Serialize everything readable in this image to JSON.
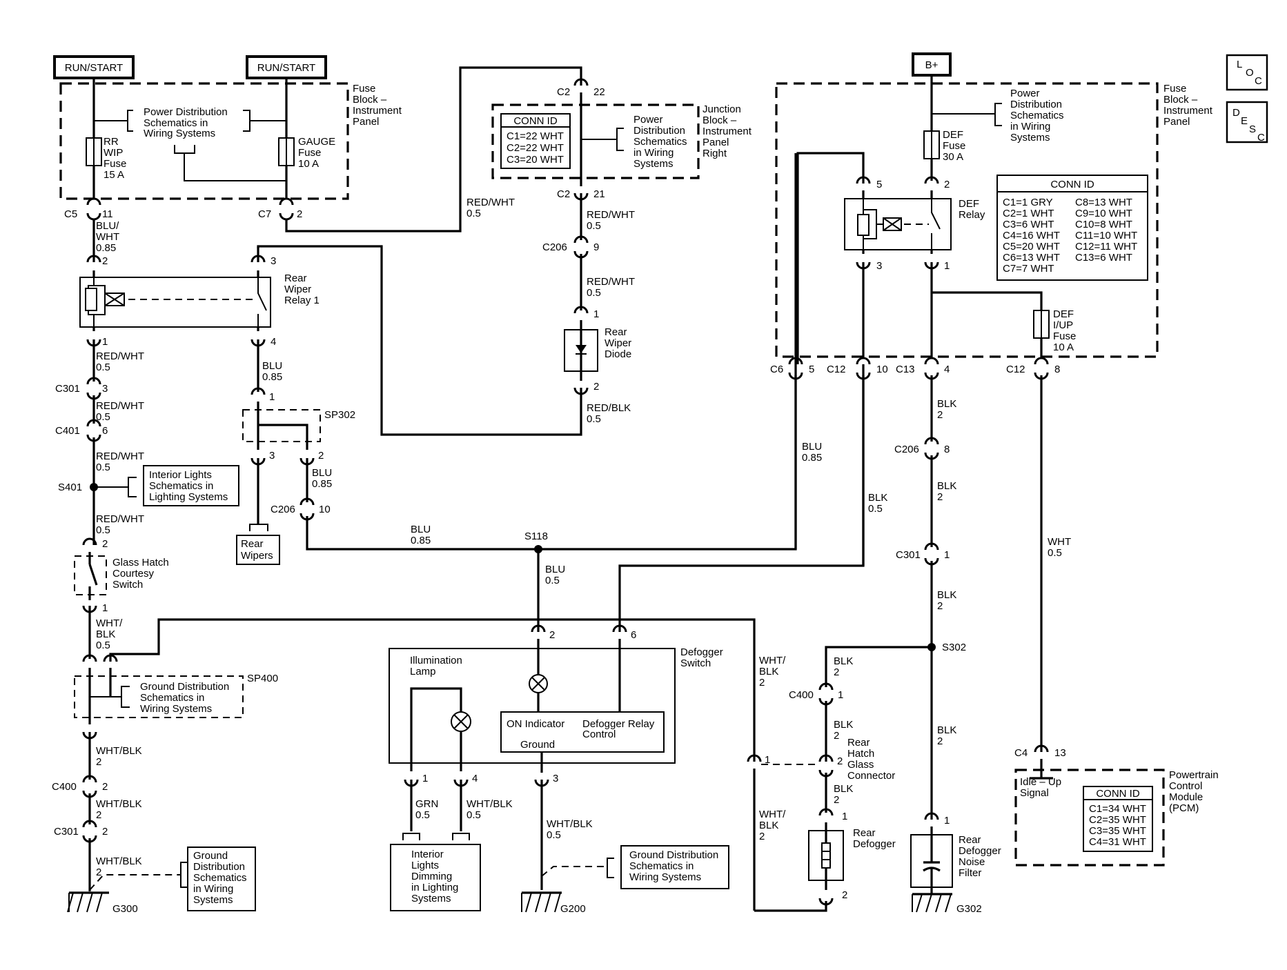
{
  "power_sources": {
    "run_start_1": "RUN/START",
    "run_start_2": "RUN/START",
    "batt": "B+"
  },
  "page_icons": {
    "loc": [
      "L",
      "O",
      "C"
    ],
    "desc": [
      "D",
      "E",
      "S",
      "C"
    ]
  },
  "left_fuse_block": {
    "label": [
      "Fuse",
      "Block –",
      "Instrument",
      "Panel"
    ],
    "pds_ref": [
      "Power Distribution",
      "Schematics in",
      "Wiring Systems"
    ],
    "fuse_rr": [
      "RR",
      "WIP",
      "Fuse",
      "15 A"
    ],
    "fuse_gauge": [
      "GAUGE",
      "Fuse",
      "10 A"
    ]
  },
  "junction_block": {
    "label": [
      "Junction",
      "Block –",
      "Instrument",
      "Panel",
      "Right"
    ],
    "conn_title": "CONN ID",
    "conn_rows": [
      "C1=22 WHT",
      "C2=22 WHT",
      "C3=20 WHT"
    ],
    "pds_ref": [
      "Power",
      "Distribution",
      "Schematics",
      "in Wiring",
      "Systems"
    ]
  },
  "right_fuse_block": {
    "label": [
      "Fuse",
      "Block –",
      "Instrument",
      "Panel"
    ],
    "pds_ref": [
      "Power",
      "Distribution",
      "Schematics",
      "in Wiring",
      "Systems"
    ],
    "def_fuse": [
      "DEF",
      "Fuse",
      "30 A"
    ],
    "def_relay": [
      "DEF",
      "Relay"
    ],
    "def_iup_fuse": [
      "DEF",
      "I/UP",
      "Fuse",
      "10 A"
    ],
    "conn_title": "CONN ID",
    "conn_col1": [
      "C1=1 GRY",
      "C2=1 WHT",
      "C3=6 WHT",
      "C4=16 WHT",
      "C5=20 WHT",
      "C6=13 WHT",
      "C7=7 WHT"
    ],
    "conn_col2": [
      "C8=13 WHT",
      "C9=10 WHT",
      "C10=8 WHT",
      "C11=10 WHT",
      "C12=11 WHT",
      "C13=6 WHT"
    ]
  },
  "components": {
    "rear_wiper_relay": [
      "Rear",
      "Wiper",
      "Relay 1"
    ],
    "rear_wiper_diode": [
      "Rear",
      "Wiper",
      "Diode"
    ],
    "sp302": "SP302",
    "rear_wipers": [
      "Rear",
      "Wipers"
    ],
    "interior_lights_ref": [
      "Interior Lights",
      "Schematics in",
      "Lighting Systems"
    ],
    "glass_hatch_switch": [
      "Glass Hatch",
      "Courtesy",
      "Switch"
    ],
    "sp400": "SP400",
    "ground_ref_left": [
      "Ground Distribution",
      "Schematics in",
      "Wiring Systems"
    ],
    "ground_ref_bottom": [
      "Ground",
      "Distribution",
      "Schematics",
      "in Wiring",
      "Systems"
    ],
    "defogger_switch": [
      "Defogger",
      "Switch"
    ],
    "illumination_lamp": [
      "Illumination",
      "Lamp"
    ],
    "on_indicator": "ON Indicator",
    "defogger_relay_control": [
      "Defogger Relay",
      "Control"
    ],
    "ground_label": "Ground",
    "interior_dimming_ref": [
      "Interior",
      "Lights",
      "Dimming",
      "in Lighting",
      "Systems"
    ],
    "ground_ref_mid": [
      "Ground Distribution",
      "Schematics in",
      "Wiring Systems"
    ],
    "rear_hatch_glass_conn": [
      "Rear",
      "Hatch",
      "Glass",
      "Connector"
    ],
    "rear_defogger": [
      "Rear",
      "Defogger"
    ],
    "noise_filter": [
      "Rear",
      "Defogger",
      "Noise",
      "Filter"
    ],
    "pcm": [
      "Powertrain",
      "Control",
      "Module",
      "(PCM)"
    ],
    "pcm_signal": [
      "Idle – Up",
      "Signal"
    ],
    "pcm_conn_title": "CONN ID",
    "pcm_conn_rows": [
      "C1=34 WHT",
      "C2=35 WHT",
      "C3=35 WHT",
      "C4=31 WHT"
    ]
  },
  "grounds": {
    "g300": "G300",
    "g200": "G200",
    "g302": "G302"
  },
  "splices": {
    "s401": "S401",
    "s118": "S118",
    "s302": "S302"
  },
  "connectors": {
    "c5": "C5",
    "c5_pin": "11",
    "c7": "C7",
    "c7_pin": "2",
    "c2_top": "C2",
    "c2_top_pin": "22",
    "c2_bot": "C2",
    "c2_bot_pin": "21",
    "c206_a": "C206",
    "c206_a_pin": "9",
    "diode_pin1": "1",
    "diode_pin2": "2",
    "relay1_p2": "2",
    "relay1_p3": "3",
    "relay1_p1": "1",
    "relay1_p4": "4",
    "c301_a": "C301",
    "c301_a_pin": "3",
    "c401": "C401",
    "c401_pin": "6",
    "gh_p2": "2",
    "gh_p1": "1",
    "sp302_p1": "1",
    "sp302_p3": "3",
    "sp302_p2": "2",
    "c206_b": "C206",
    "c206_b_pin": "10",
    "c400_a": "C400",
    "c400_a_pin": "2",
    "c301_b": "C301",
    "c301_b_pin": "2",
    "dsw_p2": "2",
    "dsw_p6": "6",
    "dsw_p1": "1",
    "dsw_p4": "4",
    "dsw_p3": "3",
    "def_p5": "5",
    "def_p2": "2",
    "def_p3": "3",
    "def_p1": "1",
    "c6": "C6",
    "c6_pin": "5",
    "c12_a": "C12",
    "c12_a_pin": "10",
    "c13": "C13",
    "c13_pin": "4",
    "c12_b": "C12",
    "c12_b_pin": "8",
    "c206_c": "C206",
    "c206_c_pin": "8",
    "c301_c": "C301",
    "c301_c_pin": "1",
    "c400_b": "C400",
    "c400_b_pin": "1",
    "rh_p1": "1",
    "rh_p2": "2",
    "rd_p1": "1",
    "rd_p2": "2",
    "nf_p1": "1",
    "c4": "C4",
    "c4_pin": "13"
  },
  "wires": {
    "w1": [
      "BLU/",
      "WHT",
      "0.85"
    ],
    "w2": [
      "RED/WHT",
      "0.5"
    ],
    "w3": [
      "RED/WHT",
      "0.5"
    ],
    "w4": [
      "RED/WHT",
      "0.5"
    ],
    "w5": [
      "RED/WHT",
      "0.5"
    ],
    "w6": [
      "WHT/",
      "BLK",
      "0.5"
    ],
    "w7": [
      "WHT/BLK",
      "2"
    ],
    "w8": [
      "WHT/BLK",
      "2"
    ],
    "w9": [
      "WHT/BLK",
      "2"
    ],
    "w10": [
      "BLU",
      "0.85"
    ],
    "w11": [
      "BLU",
      "0.85"
    ],
    "w12": [
      "BLU",
      "0.85"
    ],
    "w13": [
      "RED/WHT",
      "0.5"
    ],
    "w14": [
      "RED/WHT",
      "0.5"
    ],
    "w15": [
      "RED/WHT",
      "0.5"
    ],
    "w16": [
      "RED/BLK",
      "0.5"
    ],
    "w17": [
      "BLU",
      "0.5"
    ],
    "w18": [
      "GRN",
      "0.5"
    ],
    "w19": [
      "WHT/BLK",
      "0.5"
    ],
    "w20": [
      "WHT/BLK",
      "0.5"
    ],
    "w21": [
      "WHT/",
      "BLK",
      "2"
    ],
    "w22": [
      "WHT/",
      "BLK",
      "2"
    ],
    "w23": [
      "BLU",
      "0.85"
    ],
    "w24": [
      "BLK",
      "0.5"
    ],
    "w25": [
      "BLK",
      "2"
    ],
    "w26": [
      "BLK",
      "2"
    ],
    "w27": [
      "BLK",
      "2"
    ],
    "w28": [
      "BLK",
      "2"
    ],
    "w29": [
      "BLK",
      "2"
    ],
    "w30": [
      "BLK",
      "2"
    ],
    "w31": [
      "WHT",
      "0.5"
    ]
  }
}
